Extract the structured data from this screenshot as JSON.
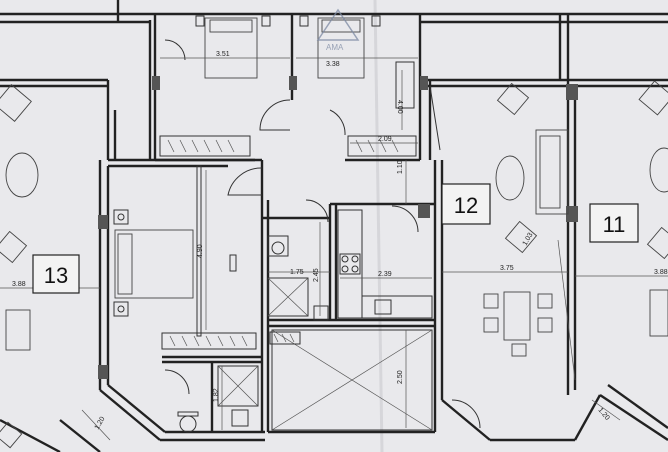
{
  "apartments": [
    {
      "number": "13"
    },
    {
      "number": "12"
    },
    {
      "number": "11"
    }
  ],
  "dimensions": {
    "bedroom_a_width": "3.51",
    "bedroom_b_width": "3.38",
    "bedroom_b_depth": "4.00",
    "balcony_width": "2.09",
    "corridor_length": "1.10",
    "left_bedroom_depth": "4.90",
    "bath_width": "1.75",
    "bath_depth": "2.45",
    "kitchen_width": "2.39",
    "living_width": "3.75",
    "armchair": "1.03",
    "apt13_width": "3.88",
    "apt11_width": "3.88",
    "shower_depth": "1.82",
    "shaft_depth": "2.50",
    "wall_left": "1.20",
    "wall_right": "1.20"
  },
  "watermark": {
    "text": "AMA"
  },
  "colors": {
    "paper": "#e9e9ec",
    "ink": "#222222",
    "watermark": "#7d8aa3"
  }
}
